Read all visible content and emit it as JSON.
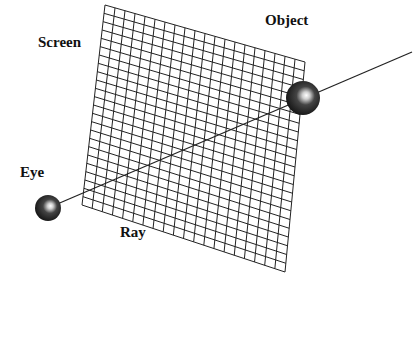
{
  "diagram": {
    "labels": [
      "Screen",
      "Object",
      "Eye",
      "Ray"
    ]
  }
}
